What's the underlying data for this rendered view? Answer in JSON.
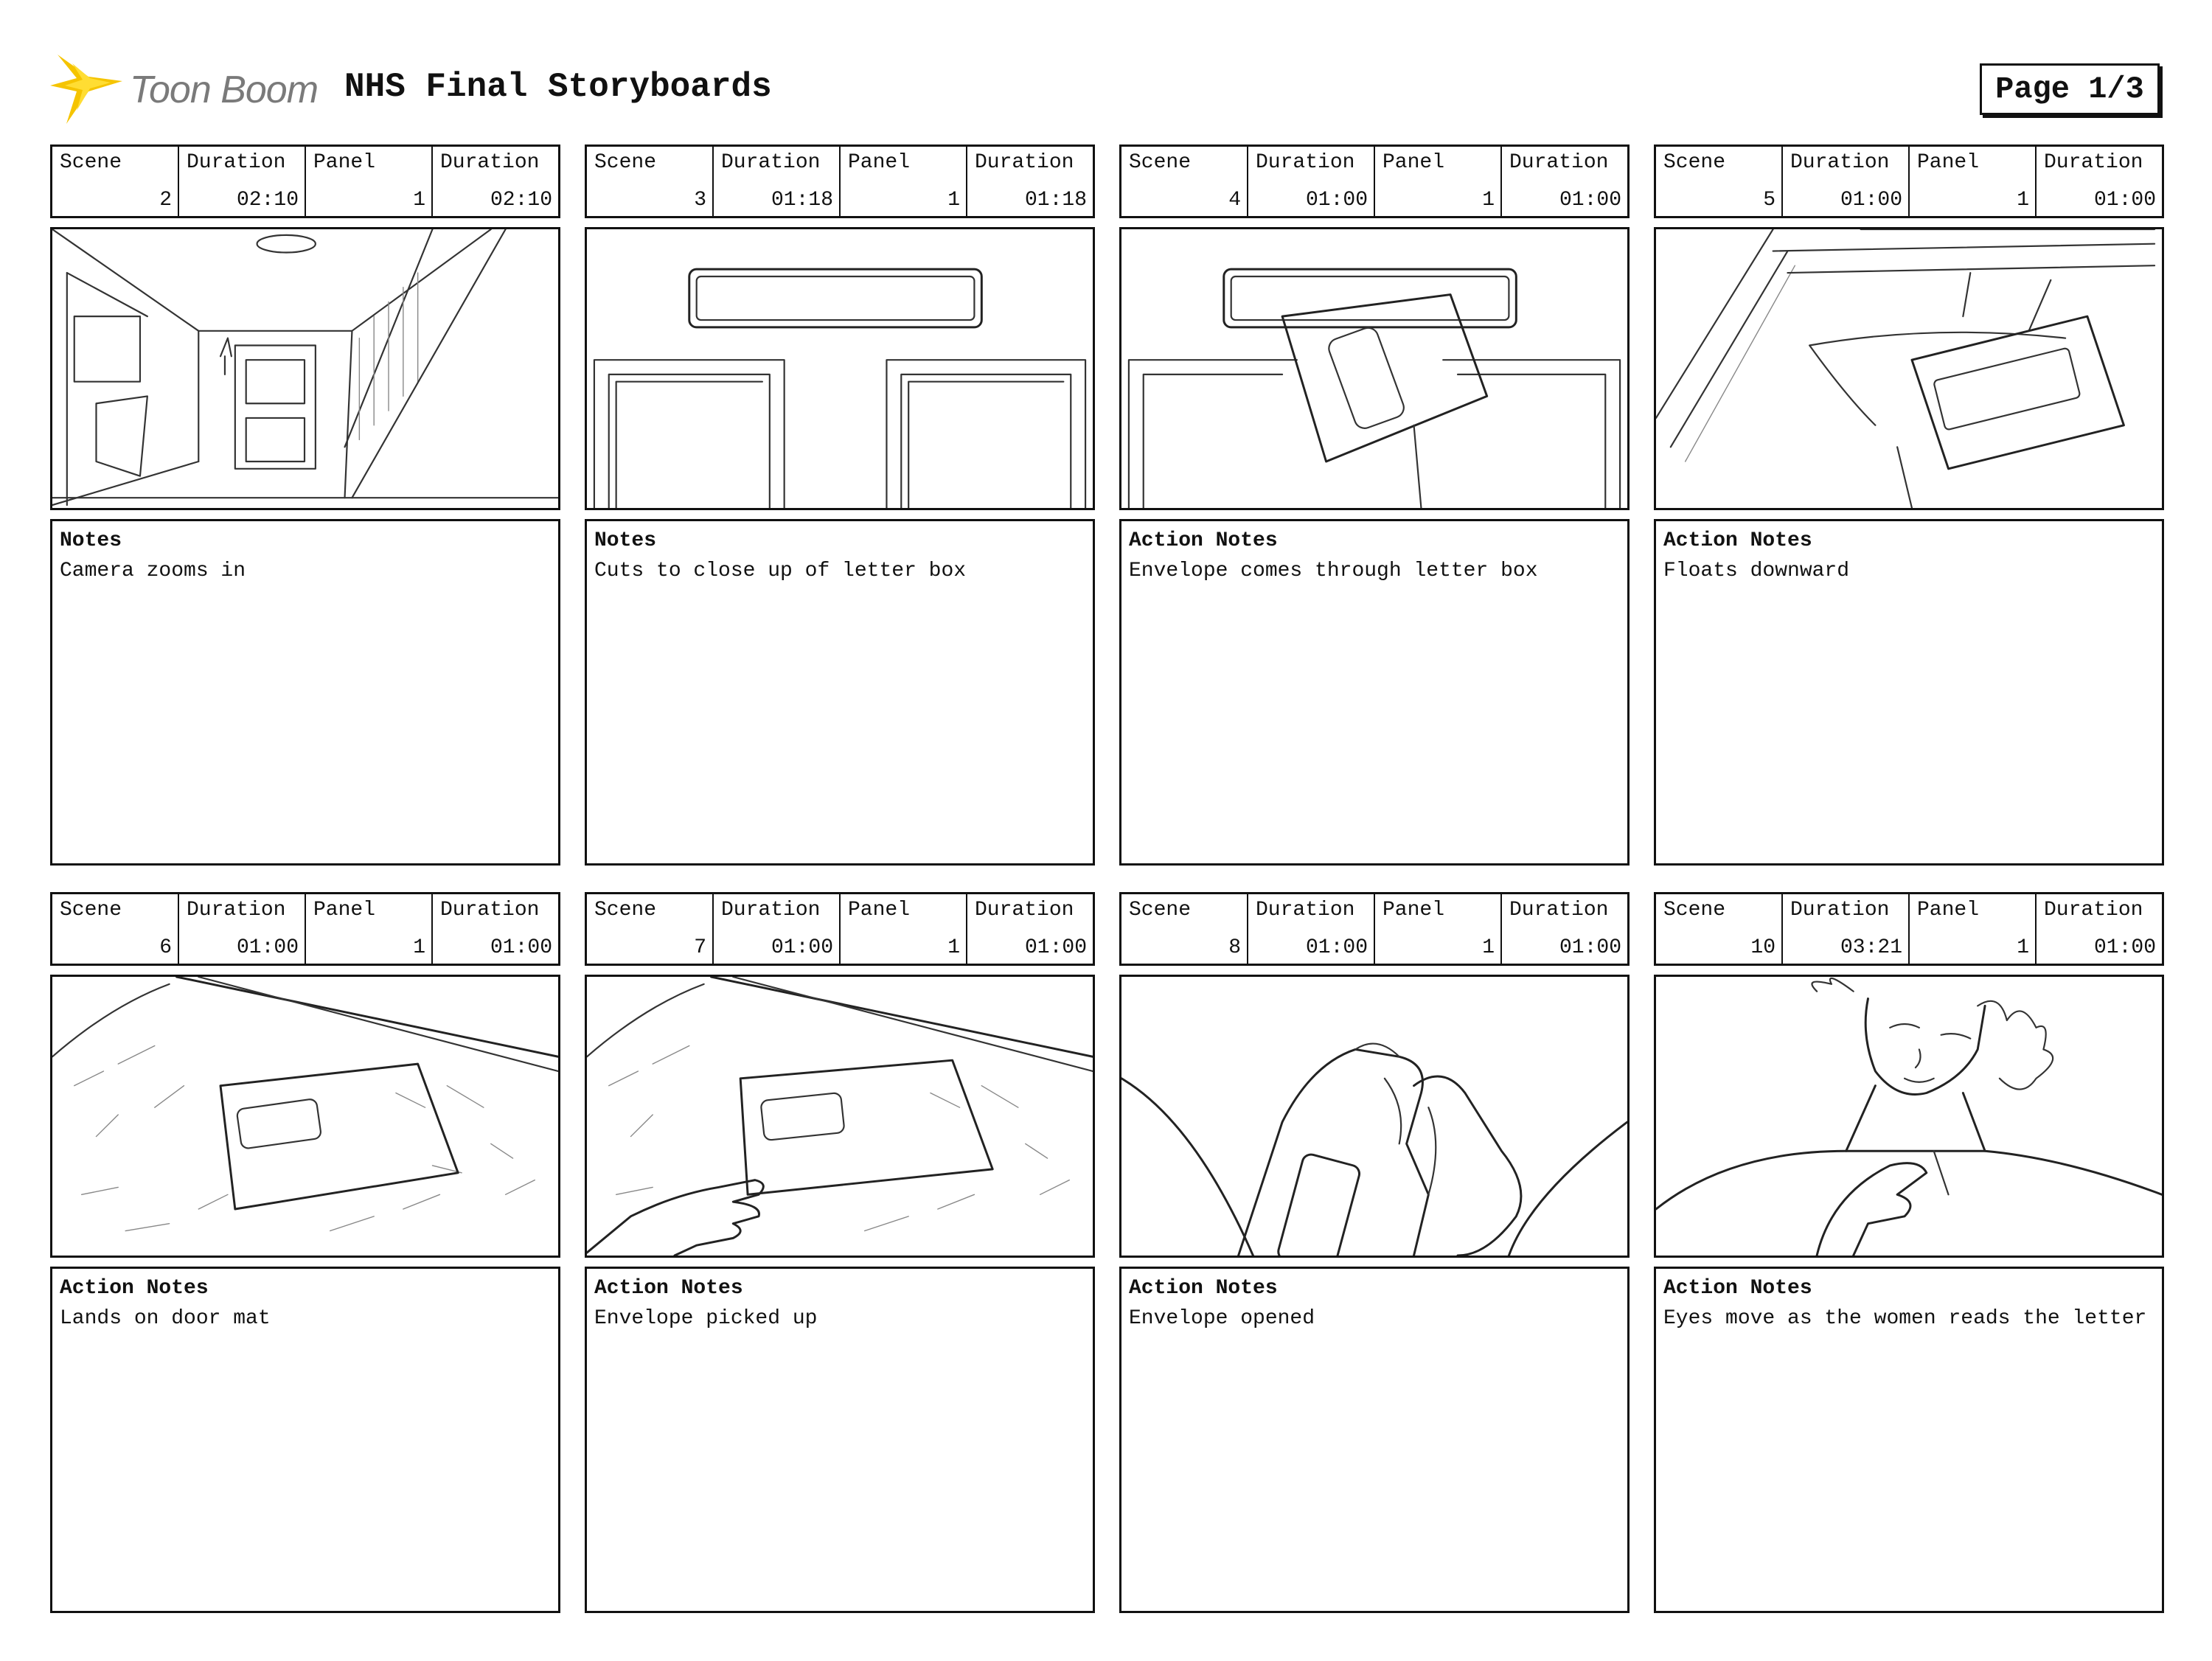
{
  "header": {
    "logo_text": "Toon Boom",
    "title": "NHS Final Storyboards",
    "page_label": "Page 1/3"
  },
  "columns": {
    "scene": "Scene",
    "duration": "Duration",
    "panel": "Panel",
    "panel_duration": "Duration"
  },
  "panels": [
    {
      "scene": "2",
      "scene_duration": "02:10",
      "panel": "1",
      "panel_duration": "02:10",
      "notes_title": "Notes",
      "notes": "Camera zooms in",
      "sketch": "hallway-sketch"
    },
    {
      "scene": "3",
      "scene_duration": "01:18",
      "panel": "1",
      "panel_duration": "01:18",
      "notes_title": "Notes",
      "notes": "Cuts to close up of letter box",
      "sketch": "letterbox-sketch"
    },
    {
      "scene": "4",
      "scene_duration": "01:00",
      "panel": "1",
      "panel_duration": "01:00",
      "notes_title": "Action Notes",
      "notes": "Envelope comes through letter box",
      "sketch": "envelope-through-letterbox-sketch"
    },
    {
      "scene": "5",
      "scene_duration": "01:00",
      "panel": "1",
      "panel_duration": "01:00",
      "notes_title": "Action Notes",
      "notes": "Floats downward",
      "sketch": "envelope-floating-sketch"
    },
    {
      "scene": "6",
      "scene_duration": "01:00",
      "panel": "1",
      "panel_duration": "01:00",
      "notes_title": "Action Notes",
      "notes": "Lands on door mat",
      "sketch": "envelope-on-mat-sketch"
    },
    {
      "scene": "7",
      "scene_duration": "01:00",
      "panel": "1",
      "panel_duration": "01:00",
      "notes_title": "Action Notes",
      "notes": "Envelope picked up",
      "sketch": "hand-picking-envelope-sketch"
    },
    {
      "scene": "8",
      "scene_duration": "01:00",
      "panel": "1",
      "panel_duration": "01:00",
      "notes_title": "Action Notes",
      "notes": "Envelope opened",
      "sketch": "hands-opening-envelope-sketch"
    },
    {
      "scene": "10",
      "scene_duration": "03:21",
      "panel": "1",
      "panel_duration": "01:00",
      "notes_title": "Action Notes",
      "notes": "Eyes move as the women reads the letter",
      "sketch": "woman-reading-sketch"
    }
  ]
}
